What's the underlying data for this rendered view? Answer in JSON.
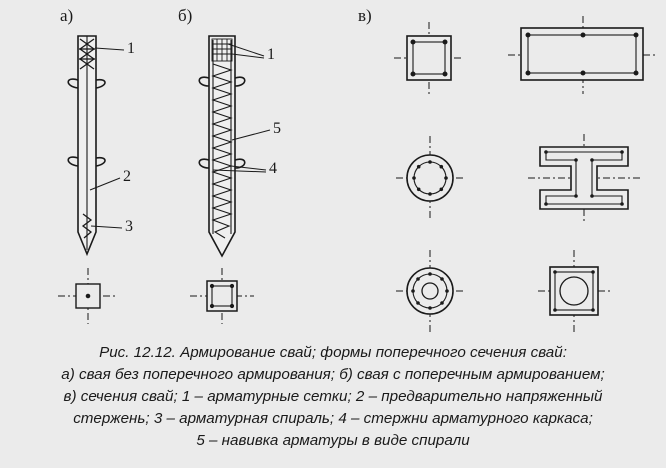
{
  "panel_labels": {
    "a": "а)",
    "b": "б)",
    "c": "в)"
  },
  "callouts": {
    "a_1": "1",
    "a_2": "2",
    "a_3": "3",
    "b_1": "1",
    "b_5": "5",
    "b_4": "4"
  },
  "caption": {
    "line1": "Рис. 12.12. Армирование свай; формы поперечного сечения свай:",
    "line2": "а) свая без поперечного армирования; б) свая с поперечным армированием;",
    "line3": "в) сечения свай; 1 – арматурные сетки; 2 – предварительно напряженный",
    "line4": "стержень; 3 – арматурная спираль; 4 – стержни арматурного каркаса;",
    "line5": "5 – навивка арматуры в виде спирали"
  }
}
